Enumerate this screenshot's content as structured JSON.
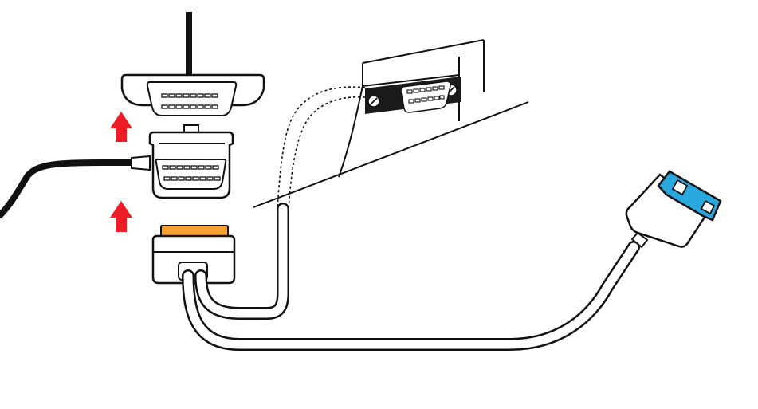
{
  "diagram": {
    "colors": {
      "outline": "#111111",
      "background": "#ffffff",
      "arrow": "#ee1c24",
      "amber_tab": "#f7a230",
      "blue_plug": "#29a8df",
      "panel_dark": "#1a1a1a"
    },
    "icons": [
      "vehicle-cable",
      "vehicle-obd-connector",
      "pass-through-adapter",
      "splitter-harness",
      "dashboard-obd-port",
      "blue-obd-plug",
      "insert-arrow-up"
    ]
  }
}
